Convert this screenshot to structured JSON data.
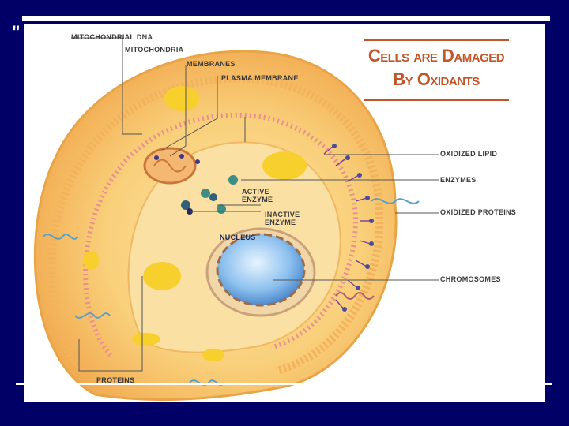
{
  "slide": {
    "quote_mark": "\"",
    "colors": {
      "background": "#000066",
      "title": "#c0562a",
      "cell": "#f6c46a",
      "nucleus": "#7ab2e6"
    }
  },
  "diagram": {
    "title_line1": "Cells are Damaged",
    "title_line2": "By Oxidants",
    "labels": {
      "mitochondrial_dna": "MITOCHONDRIAL DNA",
      "mitochondria": "MITOCHONDRIA",
      "membranes": "MEMBRANES",
      "plasma_membrane": "PLASMA MEMBRANE",
      "oxidized_lipid": "OXIDIZED LIPID",
      "enzymes": "ENZYMES",
      "active_enzyme_1": "ACTIVE",
      "active_enzyme_2": "ENZYME",
      "inactive_enzyme_1": "INACTIVE",
      "inactive_enzyme_2": "ENZYME",
      "oxidized_proteins": "OXIDIZED PROTEINS",
      "nucleus": "NUCLEUS",
      "chromosomes": "CHROMOSOMES",
      "proteins": "PROTEINS"
    }
  }
}
